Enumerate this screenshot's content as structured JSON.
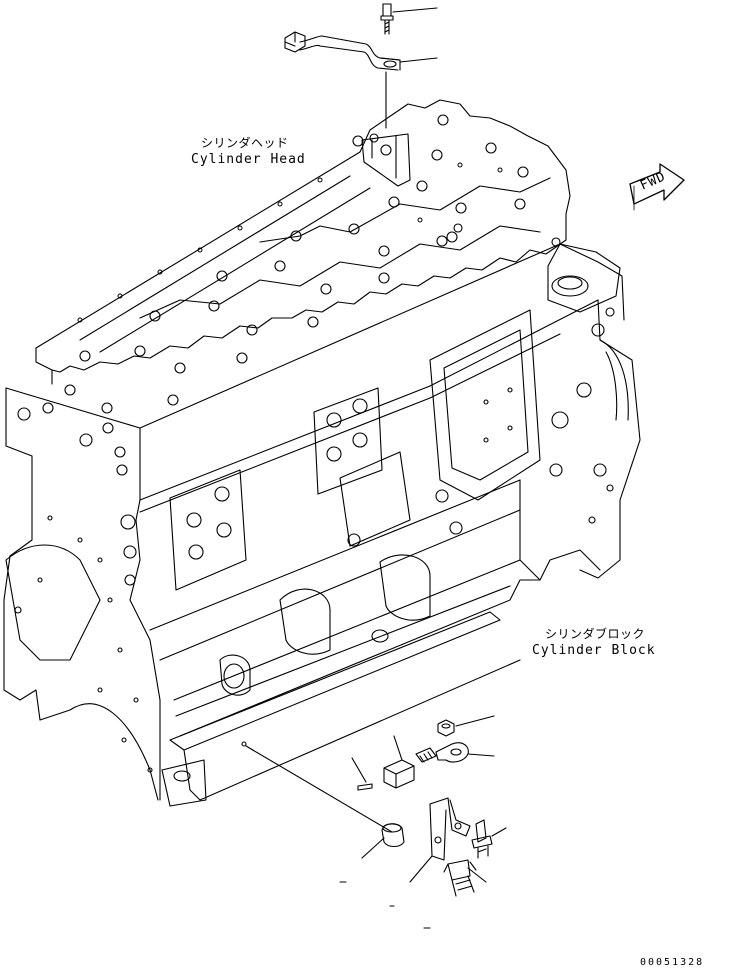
{
  "labels": {
    "cylinder_head_jp": "シリンダヘッド",
    "cylinder_head_en": "Cylinder Head",
    "cylinder_block_jp": "シリンダブロック",
    "cylinder_block_en": "Cylinder Block",
    "fwd": "FWD"
  },
  "drawing_code": "00051328",
  "colors": {
    "line": "#000000",
    "background": "#ffffff"
  }
}
